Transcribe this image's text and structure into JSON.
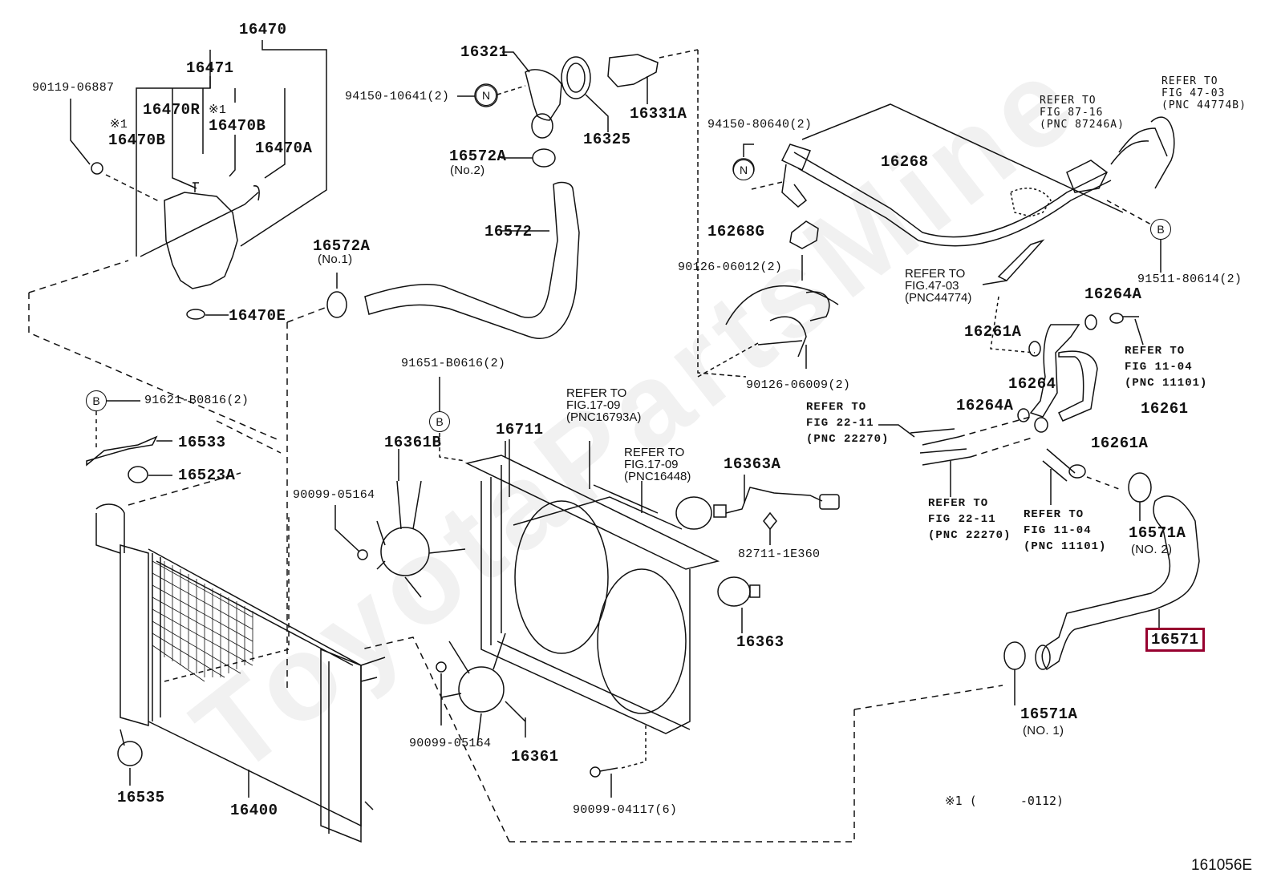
{
  "diagram": {
    "title": "Radiator & water outlet parts diagram",
    "figure_id": "161056E",
    "watermark": "ToyotaPartsMine",
    "highlight_color": "#97002f",
    "footnote": {
      "mark": "※1",
      "text": "(      -0112)"
    },
    "callouts": {
      "p16470": "16470",
      "p16471": "16471",
      "p90119": "90119-06887",
      "p16470R": "16470R",
      "p16470B_left_mark": "※1",
      "p16470B_left": "16470B",
      "p16470B_right_mark": "※1",
      "p16470B_right": "16470B",
      "p16470A": "16470A",
      "p16470E": "16470E",
      "p16321": "16321",
      "p94150_10641": "94150-10641(2)",
      "p16325": "16325",
      "p16331A": "16331A",
      "p16572A_no2": "16572A",
      "p16572A_no2_sub": "(No.2)",
      "p16572": "16572",
      "p16572A_no1": "16572A",
      "p16572A_no1_sub": "(No.1)",
      "p94150_80640": "94150-80640(2)",
      "p16268": "16268",
      "p16268G": "16268G",
      "p90126_06012": "90126-06012(2)",
      "p90126_06009": "90126-06009(2)",
      "p91511_80614": "91511-80614(2)",
      "p16264A_top": "16264A",
      "p16261A_top": "16261A",
      "p16264": "16264",
      "p16264A_mid": "16264A",
      "p16261": "16261",
      "p16261A_bot": "16261A",
      "p16571A_no2": "16571A",
      "p16571A_no2_sub": "(NO. 2)",
      "p16571": "16571",
      "p16571A_no1": "16571A",
      "p16571A_no1_sub": "(NO. 1)",
      "p91621": "91621-B0816(2)",
      "p16533": "16533",
      "p16523A": "16523A",
      "p91651": "91651-B0616(2)",
      "p16361B": "16361B",
      "p16711": "16711",
      "p90099_05164_top": "90099-05164",
      "p16363A": "16363A",
      "p82711": "82711-1E360",
      "p16363": "16363",
      "p16361": "16361",
      "p90099_05164_bot": "90099-05164",
      "p90099_04117": "90099-04117(6)",
      "p16535": "16535",
      "p16400": "16400"
    },
    "circle_markers": {
      "n_left": "N",
      "n_right": "N",
      "b_top_right": "B",
      "b_left": "B",
      "b_center": "B"
    },
    "refer_notes": {
      "fig87_16": "REFER TO\nFIG 87-16\n(PNC 87246A)",
      "fig47_03_b": "REFER TO\nFIG 47-03\n(PNC 44774B)",
      "fig47_03": "REFER TO\nFIG.47-03\n(PNC44774)",
      "fig11_04_top": "REFER TO\nFIG 11-04\n(PNC 11101)",
      "fig22_11_top": "REFER TO\nFIG 22-11\n(PNC 22270)",
      "fig22_11_bot": "REFER TO\nFIG 22-11\n(PNC 22270)",
      "fig11_04_bot": "REFER TO\nFIG 11-04\n(PNC 11101)",
      "fig17_09_a": "REFER TO\nFIG.17-09\n(PNC16793A)",
      "fig17_09_b": "REFER TO\nFIG.17-09\n(PNC16448)"
    }
  }
}
